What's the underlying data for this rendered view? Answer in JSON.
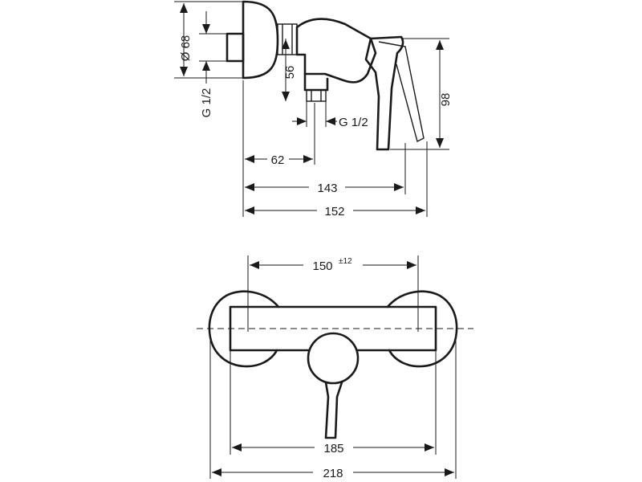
{
  "side_view": {
    "dim_diameter": "Ø 68",
    "dim_inlet_thread": "G 1/2",
    "dim_height_56": "56",
    "dim_outlet_thread": "G 1/2",
    "dim_height_98": "98",
    "dim_depth_62": "62",
    "dim_depth_143": "143",
    "dim_depth_152": "152"
  },
  "front_view": {
    "dim_centres": "150",
    "dim_centres_tolerance": "±12",
    "dim_width_185": "185",
    "dim_width_218": "218"
  }
}
